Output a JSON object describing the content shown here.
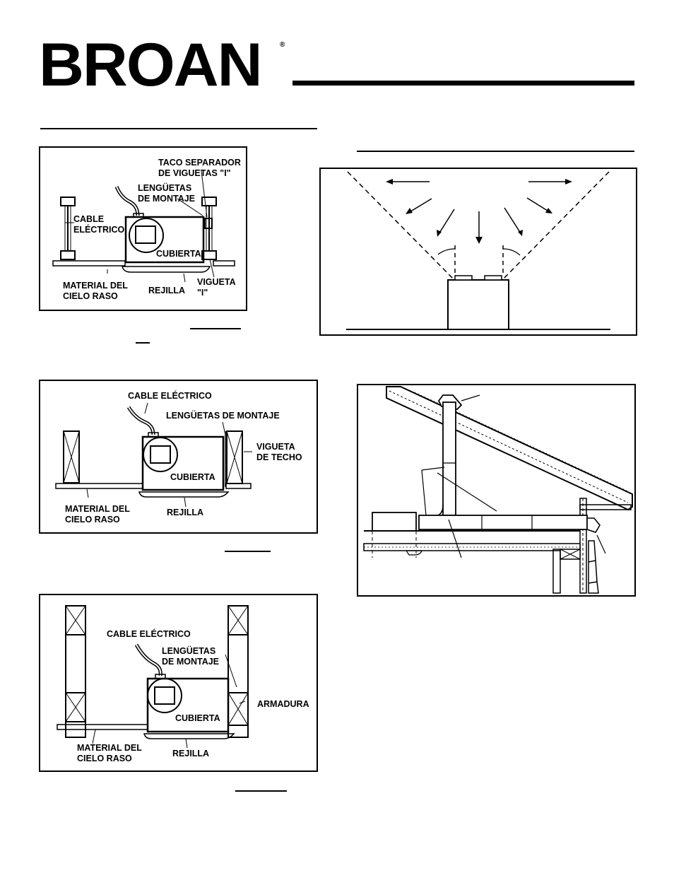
{
  "header": {
    "brand": "BROAN",
    "registered": "®"
  },
  "fig1": {
    "labels": {
      "taco": "TACO SEPARADOR\nDE VIGUETAS \"I\"",
      "lenguetas": "LENGÜETAS\nDE MONTAJE",
      "cable": "CABLE\nELÉCTRICO",
      "cubierta": "CUBIERTA",
      "material": "MATERIAL DEL\nCIELO RASO",
      "rejilla": "REJILLA",
      "vigueta": "VIGUETA\n\"I\""
    }
  },
  "fig2": {
    "labels": {
      "cable": "CABLE ELÉCTRICO",
      "lenguetas": "LENGÜETAS DE MONTAJE",
      "vigueta": "VIGUETA\nDE TECHO",
      "cubierta": "CUBIERTA",
      "material": "MATERIAL DEL\nCIELO RASO",
      "rejilla": "REJILLA"
    }
  },
  "fig3": {
    "labels": {
      "cable": "CABLE ELÉCTRICO",
      "lenguetas": "LENGÜETAS\nDE MONTAJE",
      "armadura": "ARMADURA",
      "cubierta": "CUBIERTA",
      "material": "MATERIAL DEL\nCIELO RASO",
      "rejilla": "REJILLA"
    }
  }
}
